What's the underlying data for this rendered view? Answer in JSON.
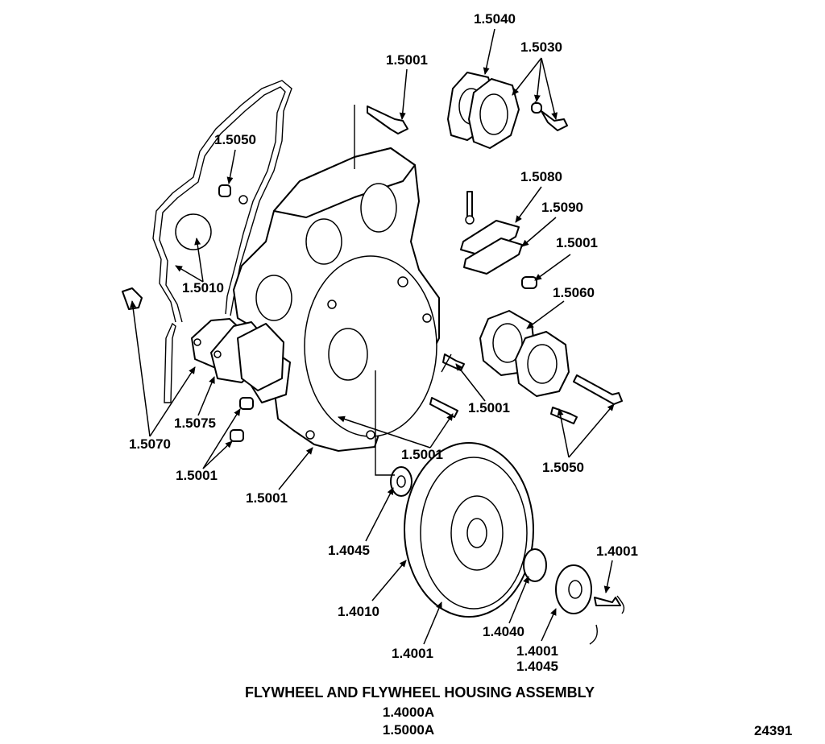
{
  "figure": {
    "title": "FLYWHEEL AND FLYWHEEL HOUSING ASSEMBLY",
    "codes": [
      "1.4000A",
      "1.5000A"
    ],
    "figure_number": "24391"
  },
  "callouts": [
    {
      "id": "c1",
      "text": "1.5040"
    },
    {
      "id": "c2",
      "text": "1.5001"
    },
    {
      "id": "c3",
      "text": "1.5030"
    },
    {
      "id": "c4",
      "text": "1.5050"
    },
    {
      "id": "c5",
      "text": "1.5080"
    },
    {
      "id": "c6",
      "text": "1.5090"
    },
    {
      "id": "c7",
      "text": "1.5001"
    },
    {
      "id": "c8",
      "text": "1.5010"
    },
    {
      "id": "c9",
      "text": "1.5060"
    },
    {
      "id": "c10",
      "text": "1.5001"
    },
    {
      "id": "c11",
      "text": "1.5075"
    },
    {
      "id": "c12",
      "text": "1.5070"
    },
    {
      "id": "c13",
      "text": "1.5001"
    },
    {
      "id": "c14",
      "text": "1.5001"
    },
    {
      "id": "c15",
      "text": "1.5050"
    },
    {
      "id": "c16",
      "text": "1.5001"
    },
    {
      "id": "c17",
      "text": "1.4045"
    },
    {
      "id": "c18",
      "text": "1.4001"
    },
    {
      "id": "c19",
      "text": "1.4010"
    },
    {
      "id": "c20",
      "text": "1.4040"
    },
    {
      "id": "c21",
      "text": "1.4001"
    },
    {
      "id": "c22",
      "text": "1.4001"
    },
    {
      "id": "c23",
      "text": "1.4045"
    }
  ]
}
